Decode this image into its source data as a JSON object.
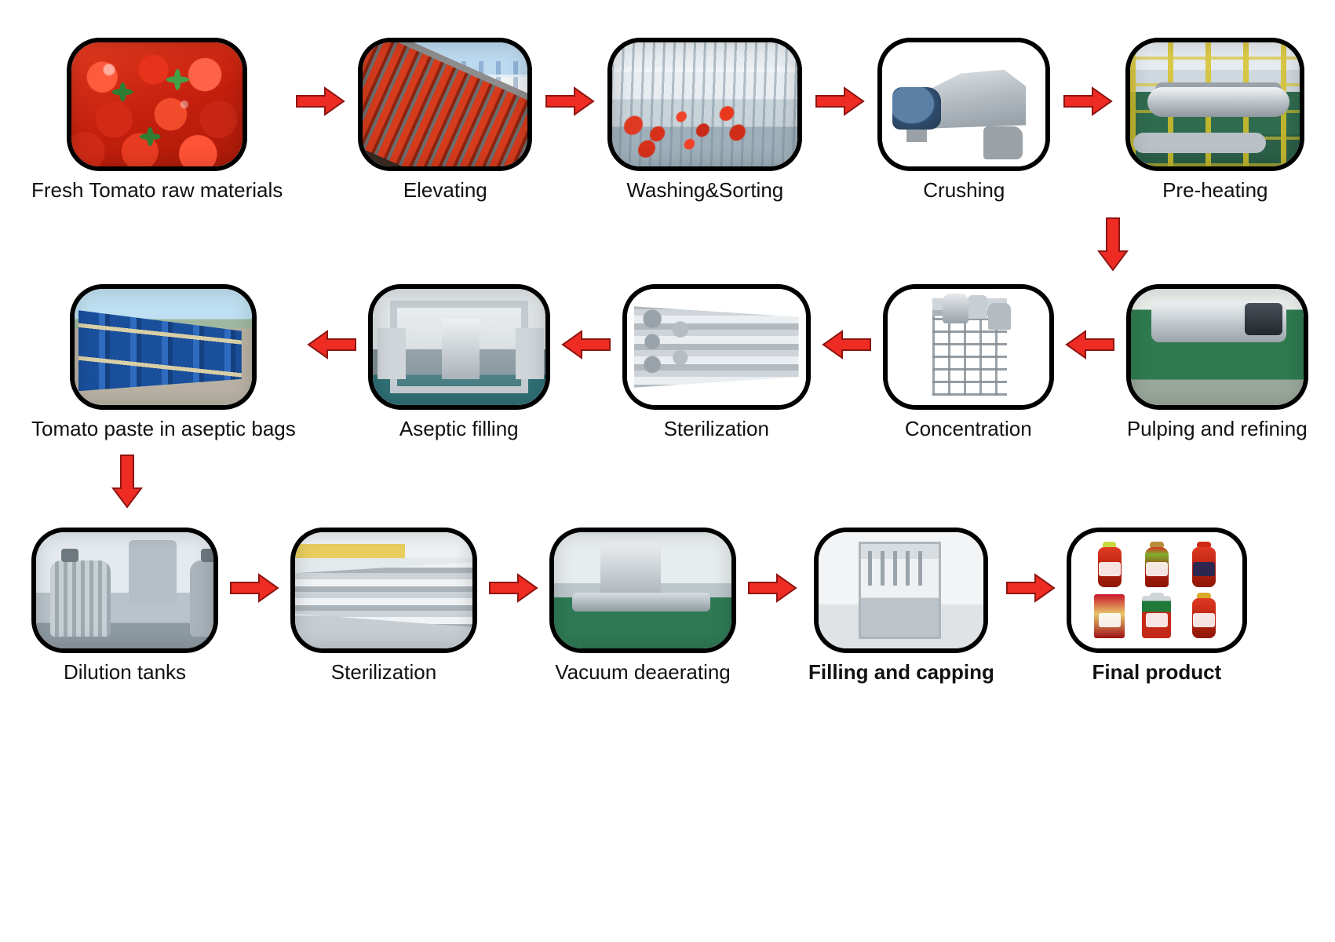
{
  "diagram": {
    "title": "Tomato paste processing line flow",
    "accent_color": "#e8312a",
    "card_border_color": "#000000",
    "background": "#ffffff"
  },
  "rows": [
    {
      "id": "row-1",
      "direction": "left-to-right",
      "steps": [
        {
          "id": "fresh-tomato",
          "label": "Fresh Tomato raw materials",
          "photo": "ph-tomatoes",
          "bold": false
        },
        {
          "id": "elevating",
          "label": "Elevating",
          "photo": "ph-elevating",
          "bold": false
        },
        {
          "id": "washing-sorting",
          "label": "Washing&Sorting",
          "photo": "ph-washing",
          "bold": false
        },
        {
          "id": "crushing",
          "label": "Crushing",
          "photo": "ph-crushing",
          "bold": false
        },
        {
          "id": "pre-heating",
          "label": "Pre-heating",
          "photo": "ph-preheat",
          "bold": false
        }
      ]
    },
    {
      "id": "row-2",
      "direction": "right-to-left",
      "steps": [
        {
          "id": "tomato-paste-aseptic-bags",
          "label": "Tomato paste in aseptic bags",
          "photo": "ph-drums",
          "bold": false
        },
        {
          "id": "aseptic-filling",
          "label": "Aseptic filling",
          "photo": "ph-aseptic",
          "bold": false
        },
        {
          "id": "sterilization-1",
          "label": "Sterilization",
          "photo": "ph-steril",
          "bold": false
        },
        {
          "id": "concentration",
          "label": "Concentration",
          "photo": "ph-concentration",
          "bold": false
        },
        {
          "id": "pulping-and-refining",
          "label": "Pulping and refining",
          "photo": "ph-pulping",
          "bold": false
        }
      ]
    },
    {
      "id": "row-3",
      "direction": "left-to-right",
      "steps": [
        {
          "id": "dilution-tanks",
          "label": "Dilution tanks",
          "photo": "ph-dilution",
          "bold": false
        },
        {
          "id": "sterilization-2",
          "label": "Sterilization",
          "photo": "ph-steril2",
          "bold": false
        },
        {
          "id": "vacuum-deaerating",
          "label": "Vacuum deaerating",
          "photo": "ph-vacuum",
          "bold": false
        },
        {
          "id": "filling-and-capping",
          "label": "Filling and capping",
          "photo": "ph-filling",
          "bold": true
        },
        {
          "id": "final-product",
          "label": "Final product",
          "photo": "ph-final",
          "bold": true
        }
      ]
    }
  ],
  "connectors": {
    "row1_to_row2": {
      "id": "down-arrow-right",
      "direction": "down"
    },
    "row2_to_row3": {
      "id": "down-arrow-left",
      "direction": "down"
    }
  }
}
